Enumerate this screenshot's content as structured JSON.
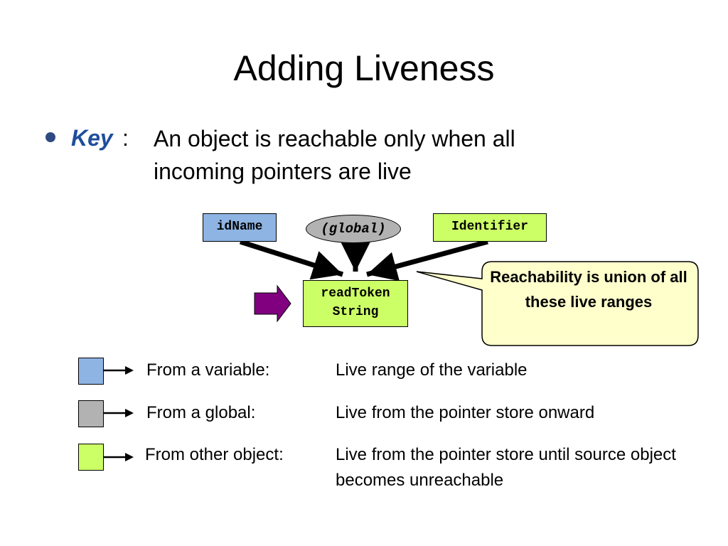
{
  "slide": {
    "title": "Adding Liveness",
    "bullet_color": "#2f4a82"
  },
  "key": {
    "label": "Key",
    "colon": ":",
    "text": "An object is reachable only when all incoming pointers are live",
    "label_color": "#1f4e9b"
  },
  "diagram": {
    "sources": [
      {
        "label": "idName",
        "color": "#8eb4e3"
      },
      {
        "label": "(global)",
        "color": "#b2b2b2"
      },
      {
        "label": "Identifier",
        "color": "#ccff66"
      }
    ],
    "target": {
      "line1": "readToken",
      "line2": "String",
      "color": "#ccff66"
    },
    "input_arrow_color": "#800080",
    "callout": {
      "text": "Reachability is union of all these live ranges",
      "color": "#ffffcc"
    }
  },
  "legend": [
    {
      "label": "From a variable:",
      "description": "Live range of the variable",
      "color": "#8eb4e3"
    },
    {
      "label": "From a global:",
      "description": "Live from the pointer store onward",
      "color": "#b2b2b2"
    },
    {
      "label": "From other object:",
      "description": "Live from the pointer store until source object becomes unreachable",
      "color": "#ccff66"
    }
  ]
}
